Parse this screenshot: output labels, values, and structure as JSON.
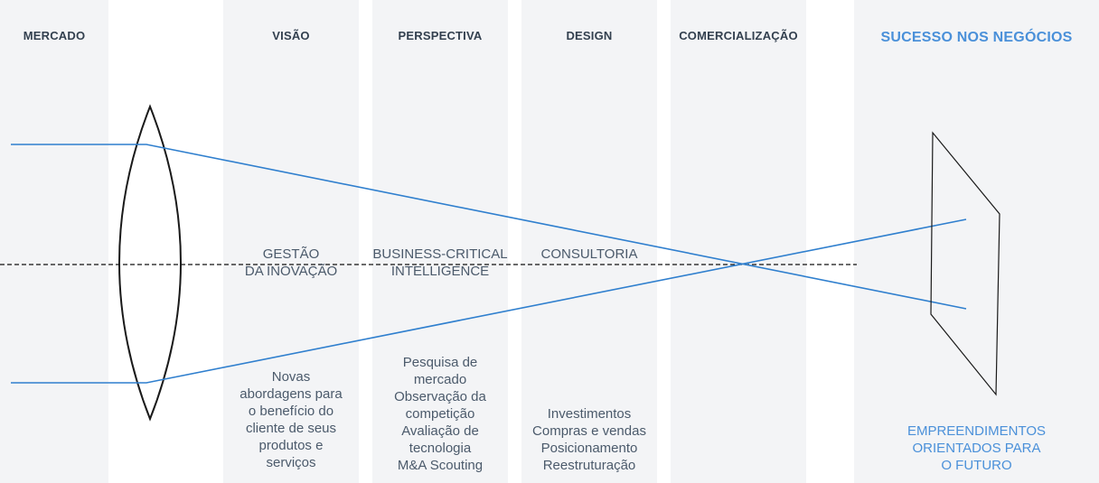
{
  "headers": {
    "mercado": "MERCADO",
    "visao": "VISÃO",
    "perspectiva": "PERSPECTIVA",
    "design": "DESIGN",
    "comercializacao": "COMERCIALIZAÇÃO",
    "sucesso": "SUCESSO NOS NEGÓCIOS"
  },
  "middle": {
    "visao": [
      "GESTÃO",
      "DA INOVAÇÃO"
    ],
    "perspectiva": [
      "BUSINESS-CRITICAL",
      "INTELLIGENCE"
    ],
    "design": [
      "CONSULTORIA"
    ]
  },
  "lower": {
    "visao": [
      "Novas",
      "abordagens para",
      "o benefício do",
      "cliente de seus",
      "produtos e",
      "serviços"
    ],
    "perspectiva": [
      "Pesquisa de",
      "mercado",
      "Observação da",
      "competição",
      "Avaliação de",
      "tecnologia",
      "M&A Scouting"
    ],
    "design": [
      "Investimentos",
      "Compras e vendas",
      "Posicionamento",
      "Reestruturação"
    ],
    "sucesso": [
      "EMPREENDIMENTOS",
      "ORIENTADOS PARA",
      "O FUTURO"
    ]
  },
  "colors": {
    "column_bg": "#f3f4f6",
    "accent": "#4a90d9",
    "ray": "#2f7fce",
    "outline": "#1a1a1a"
  }
}
